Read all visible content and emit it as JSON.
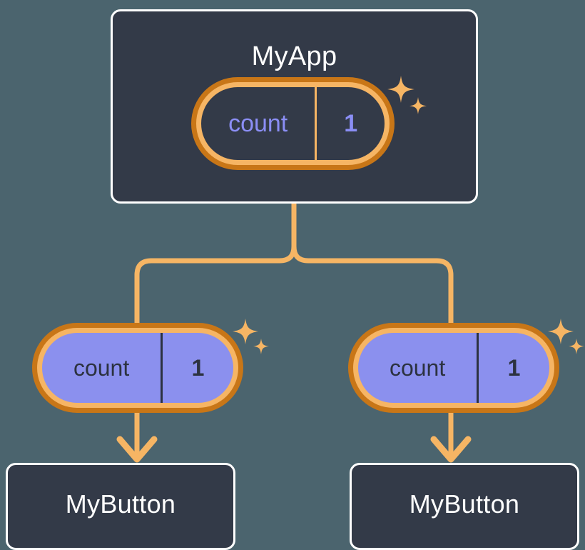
{
  "diagram": {
    "title": "component-state-propagation-tree",
    "background_color": "#4b646e",
    "accent_orange": "#f6b564",
    "accent_orange_dark": "#c87617",
    "state_fill_purple": "#8b90ee",
    "state_text_purple": "#8b8ef5",
    "card_fill": "#333a48",
    "card_border": "#ffffff"
  },
  "root": {
    "label": "MyApp",
    "state": {
      "key": "count",
      "value": "1"
    }
  },
  "children": [
    {
      "state": {
        "key": "count",
        "value": "1"
      },
      "label": "MyButton"
    },
    {
      "state": {
        "key": "count",
        "value": "1"
      },
      "label": "MyButton"
    }
  ],
  "icons": {
    "sparkle": "sparkle-icon",
    "arrow_down": "arrow-down-icon"
  }
}
